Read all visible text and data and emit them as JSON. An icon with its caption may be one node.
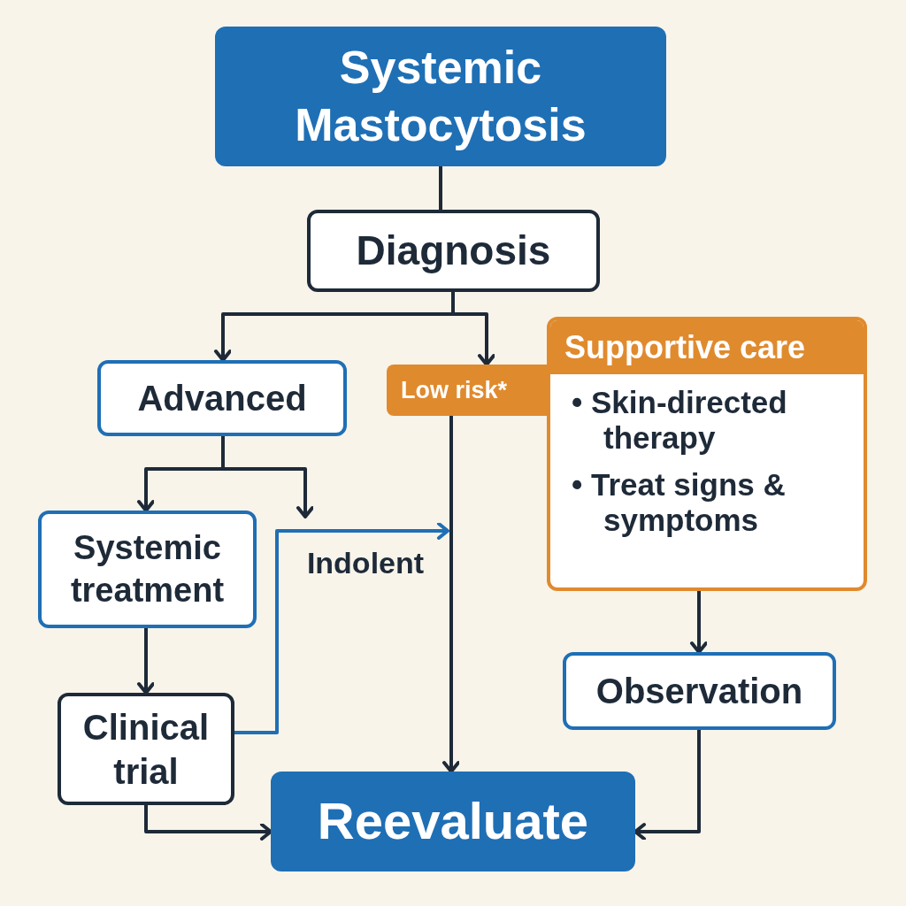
{
  "diagram": {
    "nodes": [
      {
        "text": [
          "Systemic Mastocytosis"
        ]
      },
      {
        "text": [
          "Diagnosis"
        ]
      },
      {
        "text": [
          "Advanced"
        ]
      },
      {
        "text": [
          "Low risk*"
        ]
      },
      {
        "text": [
          "Supportive care",
          "• Skin-directed therapy",
          "• Treat signs & symptoms"
        ]
      },
      {
        "text": [
          "Systemic treatment"
        ]
      },
      {
        "text": [
          "Indolent"
        ]
      },
      {
        "text": [
          "Clinical trial"
        ]
      },
      {
        "text": [
          "Observation"
        ]
      },
      {
        "text": [
          "Reevaluate"
        ]
      }
    ],
    "edges": [
      {
        "from": 0,
        "to": 1,
        "arrow": "none"
      },
      {
        "from": 1,
        "to": 2,
        "arrow": "to"
      },
      {
        "from": 1,
        "to": 3,
        "arrow": "to"
      },
      {
        "from": 2,
        "to": 5,
        "arrow": "to"
      },
      {
        "from": 2,
        "to": 6,
        "arrow": "to"
      },
      {
        "from": 5,
        "to": 7,
        "arrow": "to"
      },
      {
        "from": 7,
        "to": 9,
        "arrow": "to"
      },
      {
        "from": 7,
        "to": 6,
        "arrow": "to",
        "color": "#1f6fb5"
      },
      {
        "from": 3,
        "to": 9,
        "arrow": "to"
      },
      {
        "from": 4,
        "to": 8,
        "arrow": "to"
      },
      {
        "from": 8,
        "to": 9,
        "arrow": "to"
      }
    ]
  }
}
